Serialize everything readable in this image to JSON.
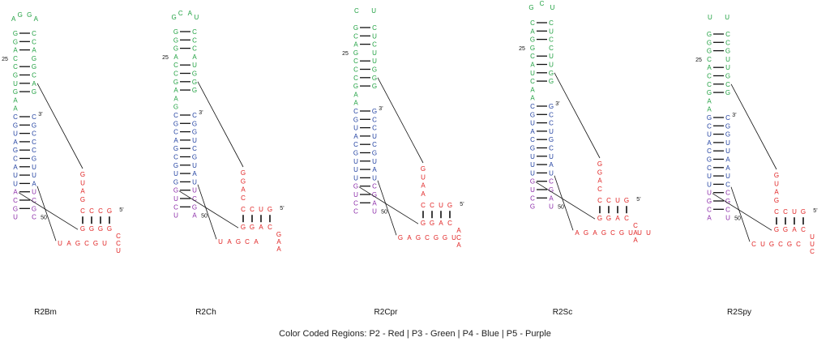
{
  "colors": {
    "P2": "#e02020",
    "P3": "#1fa040",
    "P4": "#1f3fa0",
    "P5": "#8a2aa8",
    "line": "#111111"
  },
  "legend": "Color Coded Regions: P2 - Red | P3 - Green | P4 - Blue | P5 - Purple",
  "labels": {
    "n25": "25",
    "n50": "50",
    "three": "3’",
    "five": "5’"
  },
  "structures": [
    {
      "name": "R2Bm",
      "loop": [
        "A",
        "G",
        "G",
        "A"
      ],
      "p3_left": [
        "G",
        "G",
        "A",
        "C",
        "C",
        "G",
        "U",
        "G",
        "A",
        "A"
      ],
      "p3_right": [
        "C",
        "C",
        "A",
        "G",
        "G",
        "C",
        "A",
        "G"
      ],
      "p4_left": [
        "C",
        "G",
        "U",
        "A",
        "G",
        "C",
        "A",
        "U",
        "U"
      ],
      "p4_right": [
        "C",
        "G",
        "C",
        "C",
        "C",
        "G",
        "U",
        "U",
        "A"
      ],
      "p5_left": [
        "A",
        "C",
        "G",
        "U"
      ],
      "p5_right": [
        "U",
        "C",
        "G",
        "C"
      ],
      "p2_vert": [
        "G",
        "U",
        "A",
        "G"
      ],
      "p2_top": [
        "C",
        "C",
        "C",
        "G"
      ],
      "p2_bot": [
        "G",
        "G",
        "G",
        "G"
      ],
      "p2_tail": [
        "C",
        "C",
        "U"
      ],
      "p2_bottom_row": [
        "U",
        "A",
        "G",
        "C",
        "G",
        "U"
      ]
    },
    {
      "name": "R2Ch",
      "loop": [
        "G",
        "C",
        "A",
        "U"
      ],
      "p3_left": [
        "G",
        "G",
        "G",
        "A",
        "C",
        "C",
        "G",
        "A",
        "A",
        "G"
      ],
      "p3_right": [
        "C",
        "C",
        "C",
        "A",
        "U",
        "G",
        "G",
        "G"
      ],
      "p4_left": [
        "C",
        "G",
        "C",
        "A",
        "G",
        "C",
        "G",
        "U",
        "G"
      ],
      "p4_right": [
        "C",
        "G",
        "G",
        "U",
        "C",
        "G",
        "U",
        "A",
        "U"
      ],
      "p5_left": [
        "G",
        "U",
        "C",
        "U"
      ],
      "p5_right": [
        "U",
        "C",
        "G",
        "A"
      ],
      "p2_vert": [
        "G",
        "G",
        "A",
        "C"
      ],
      "p2_top": [
        "C",
        "C",
        "U",
        "G"
      ],
      "p2_bot": [
        "G",
        "G",
        "A",
        "C"
      ],
      "p2_tail": [
        "G",
        "A",
        "A"
      ],
      "p2_bottom_row": [
        "U",
        "A",
        "G",
        "C",
        "A"
      ]
    },
    {
      "name": "R2Cpr",
      "loop": [
        "C",
        "U"
      ],
      "p3_left": [
        "G",
        "C",
        "A",
        "G",
        "C",
        "C",
        "C",
        "G",
        "A",
        "A"
      ],
      "p3_right": [
        "C",
        "U",
        "C",
        "U",
        "U",
        "G",
        "G",
        "G"
      ],
      "p4_left": [
        "C",
        "G",
        "U",
        "A",
        "C",
        "G",
        "U",
        "U",
        "U"
      ],
      "p4_right": [
        "G",
        "C",
        "C",
        "U",
        "C",
        "G",
        "U",
        "A",
        "U"
      ],
      "p5_left": [
        "G",
        "U",
        "C",
        "C"
      ],
      "p5_right": [
        "C",
        "G",
        "A",
        "U"
      ],
      "p2_vert": [
        "G",
        "U",
        "A",
        "A"
      ],
      "p2_top": [
        "C",
        "C",
        "U",
        "G"
      ],
      "p2_bot": [
        "G",
        "G",
        "A",
        "C"
      ],
      "p2_tail": [
        "A",
        "C",
        "A"
      ],
      "p2_bottom_row": [
        "G",
        "A",
        "G",
        "C",
        "G",
        "G",
        "U"
      ]
    },
    {
      "name": "R2Sc",
      "loop": [
        "G",
        "C",
        "U"
      ],
      "p3_left": [
        "C",
        "A",
        "G",
        "G",
        "C",
        "A",
        "U",
        "C",
        "A",
        "A"
      ],
      "p3_right": [
        "C",
        "U",
        "C",
        "C",
        "U",
        "U",
        "G",
        "G"
      ],
      "p4_left": [
        "C",
        "G",
        "U",
        "A",
        "C",
        "G",
        "U",
        "U",
        "U"
      ],
      "p4_right": [
        "G",
        "C",
        "C",
        "U",
        "G",
        "C",
        "U",
        "A",
        "U"
      ],
      "p5_left": [
        "G",
        "U",
        "C",
        "G"
      ],
      "p5_right": [
        "C",
        "G",
        "A",
        "U"
      ],
      "p2_vert": [
        "G",
        "G",
        "A",
        "C"
      ],
      "p2_top": [
        "C",
        "C",
        "U",
        "G"
      ],
      "p2_bot": [
        "G",
        "G",
        "A",
        "C"
      ],
      "p2_tail": [
        "C",
        "A",
        "A"
      ],
      "p2_bottom_row": [
        "A",
        "G",
        "A",
        "G",
        "C",
        "G",
        "U",
        "U",
        "U"
      ]
    },
    {
      "name": "R2Spy",
      "loop": [
        "U",
        "U"
      ],
      "p3_left": [
        "G",
        "G",
        "G",
        "C",
        "A",
        "C",
        "C",
        "G",
        "A",
        "A"
      ],
      "p3_right": [
        "C",
        "C",
        "G",
        "U",
        "U",
        "G",
        "C",
        "G"
      ],
      "p4_left": [
        "G",
        "C",
        "U",
        "A",
        "C",
        "G",
        "C",
        "U",
        "U"
      ],
      "p4_right": [
        "C",
        "G",
        "G",
        "U",
        "U",
        "A",
        "A",
        "U",
        "C"
      ],
      "p5_left": [
        "U",
        "G",
        "C",
        "A"
      ],
      "p5_right": [
        "C",
        "G",
        "C",
        "U"
      ],
      "p2_vert": [
        "G",
        "U",
        "A",
        "G"
      ],
      "p2_top": [
        "C",
        "C",
        "U",
        "G"
      ],
      "p2_bot": [
        "G",
        "G",
        "A",
        "C"
      ],
      "p2_tail": [
        "U",
        "U",
        "C"
      ],
      "p2_bottom_row": [
        "C",
        "U",
        "G",
        "C",
        "G",
        "C"
      ]
    }
  ]
}
